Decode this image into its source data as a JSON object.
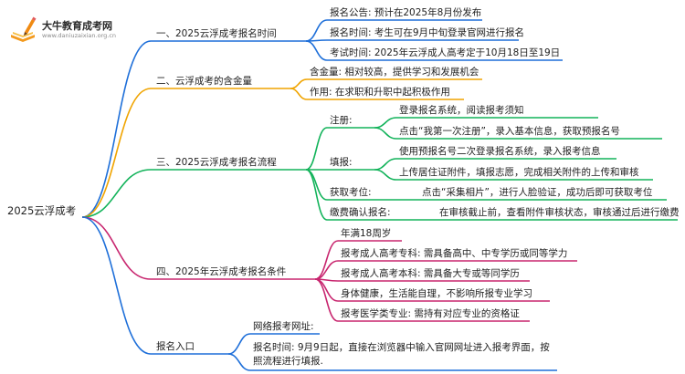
{
  "brand": {
    "name": "大牛教育成考网",
    "url": "www.daniuzaixian.org.cn",
    "logo_icon": "book-pencil-logo-icon"
  },
  "colors": {
    "b1": "#1e6fd9",
    "b2": "#f0a400",
    "b3": "#12b35a",
    "b4": "#c8266f",
    "b5": "#1e6fd9",
    "text": "#222222"
  },
  "mindmap": {
    "root": "2025云浮成考",
    "branches": [
      {
        "title": "一、2025云浮成考报名时间",
        "items": [
          "报名公告: 预计在2025年8月份发布",
          "报名时间: 考生可在9月中旬登录官网进行报名",
          "考试时间: 2025年云浮成人高考定于10月18日至19日"
        ]
      },
      {
        "title": "二、云浮成考的含金量",
        "items": [
          "含金量: 相对较高，提供学习和发展机会",
          "作用: 在求职和升职中起积极作用"
        ]
      },
      {
        "title": "三、2025云浮成考报名流程",
        "steps": [
          {
            "label": "注册:",
            "details": [
              "登录报名系统，阅读报考须知",
              "点击“我第一次注册”，录入基本信息，获取预报名号"
            ]
          },
          {
            "label": "填报:",
            "details": [
              "使用预报名号二次登录报名系统，录入报考信息",
              "上传居住证附件，填报志愿，完成相关附件的上传和审核"
            ]
          },
          {
            "label": "获取考位:",
            "details": [
              "点击“采集相片”，进行人脸验证，成功后即可获取考位"
            ]
          },
          {
            "label": "缴费确认报名:",
            "details": [
              "在审核截止前，查看附件审核状态，审核通过后进行缴费"
            ]
          }
        ]
      },
      {
        "title": "四、2025年云浮成考报名条件",
        "items": [
          "年满18周岁",
          "报考成人高考专科: 需具备高中、中专学历或同等学力",
          "报考成人高考本科: 需具备大专或等同学历",
          "身体健康，生活能自理，不影响所报专业学习",
          "报考医学类专业: 需持有对应专业的资格证"
        ]
      },
      {
        "title": "报名入口",
        "items": [
          "网络报考网址:",
          "报名时间: 9月9日起，直接在浏览器中输入官网网址进入报考界面，按照流程进行填报."
        ]
      }
    ]
  }
}
